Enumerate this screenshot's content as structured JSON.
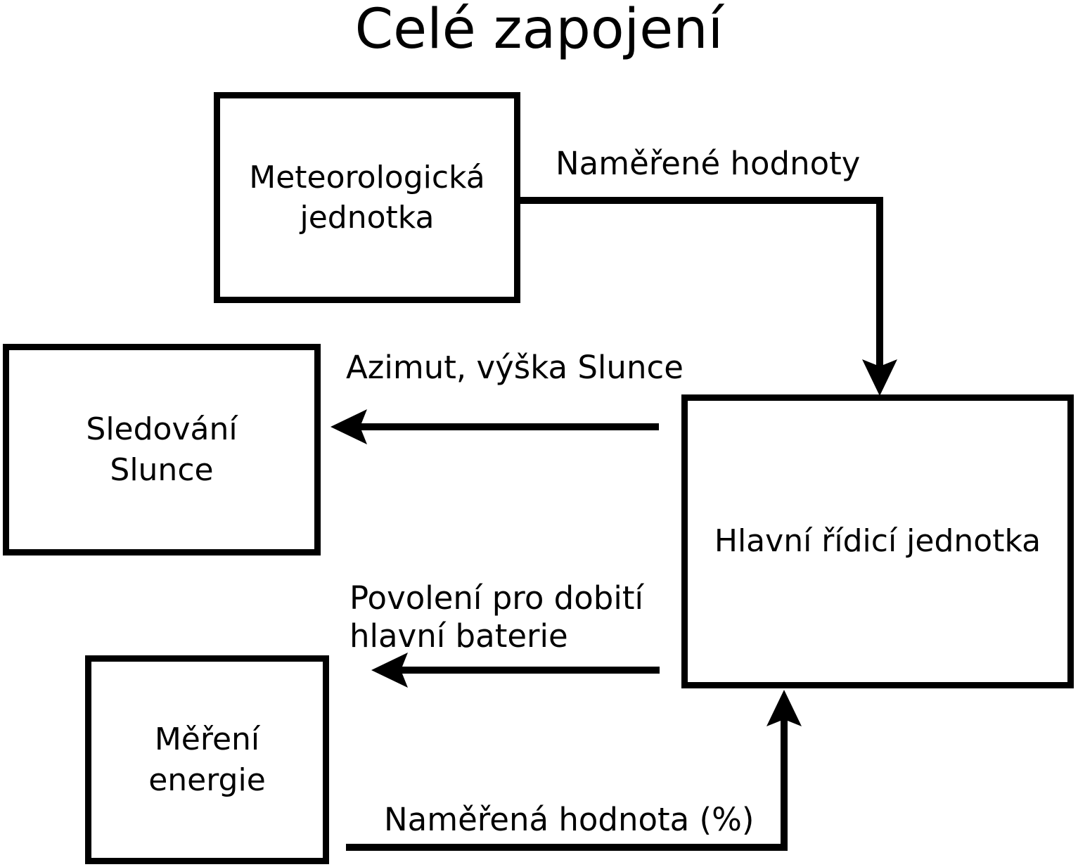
{
  "title": "Celé zapojení",
  "colors": {
    "background": "#ffffff",
    "line": "#000000",
    "text": "#000000"
  },
  "nodes": [
    {
      "id": "meteorologicka-jednotka",
      "label": "Meteorologická\njednotka"
    },
    {
      "id": "sledovani-slunce",
      "label": "Sledování\nSlunce"
    },
    {
      "id": "mereni-energie",
      "label": "Měření\nenergie"
    },
    {
      "id": "hlavni-ridici-jednotka",
      "label": "Hlavní řídicí jednotka"
    }
  ],
  "edges": [
    {
      "from": "meteorologicka-jednotka",
      "to": "hlavni-ridici-jednotka",
      "direction": "right-then-down",
      "label": "Naměřené hodnoty"
    },
    {
      "from": "hlavni-ridici-jednotka",
      "to": "sledovani-slunce",
      "direction": "left",
      "label": "Azimut, výška Slunce"
    },
    {
      "from": "hlavni-ridici-jednotka",
      "to": "mereni-energie",
      "direction": "left",
      "label": "Povolení pro dobití\nhlavní baterie"
    },
    {
      "from": "mereni-energie",
      "to": "hlavni-ridici-jednotka",
      "direction": "right-then-up",
      "label": "Naměřená hodnota (%)"
    }
  ]
}
